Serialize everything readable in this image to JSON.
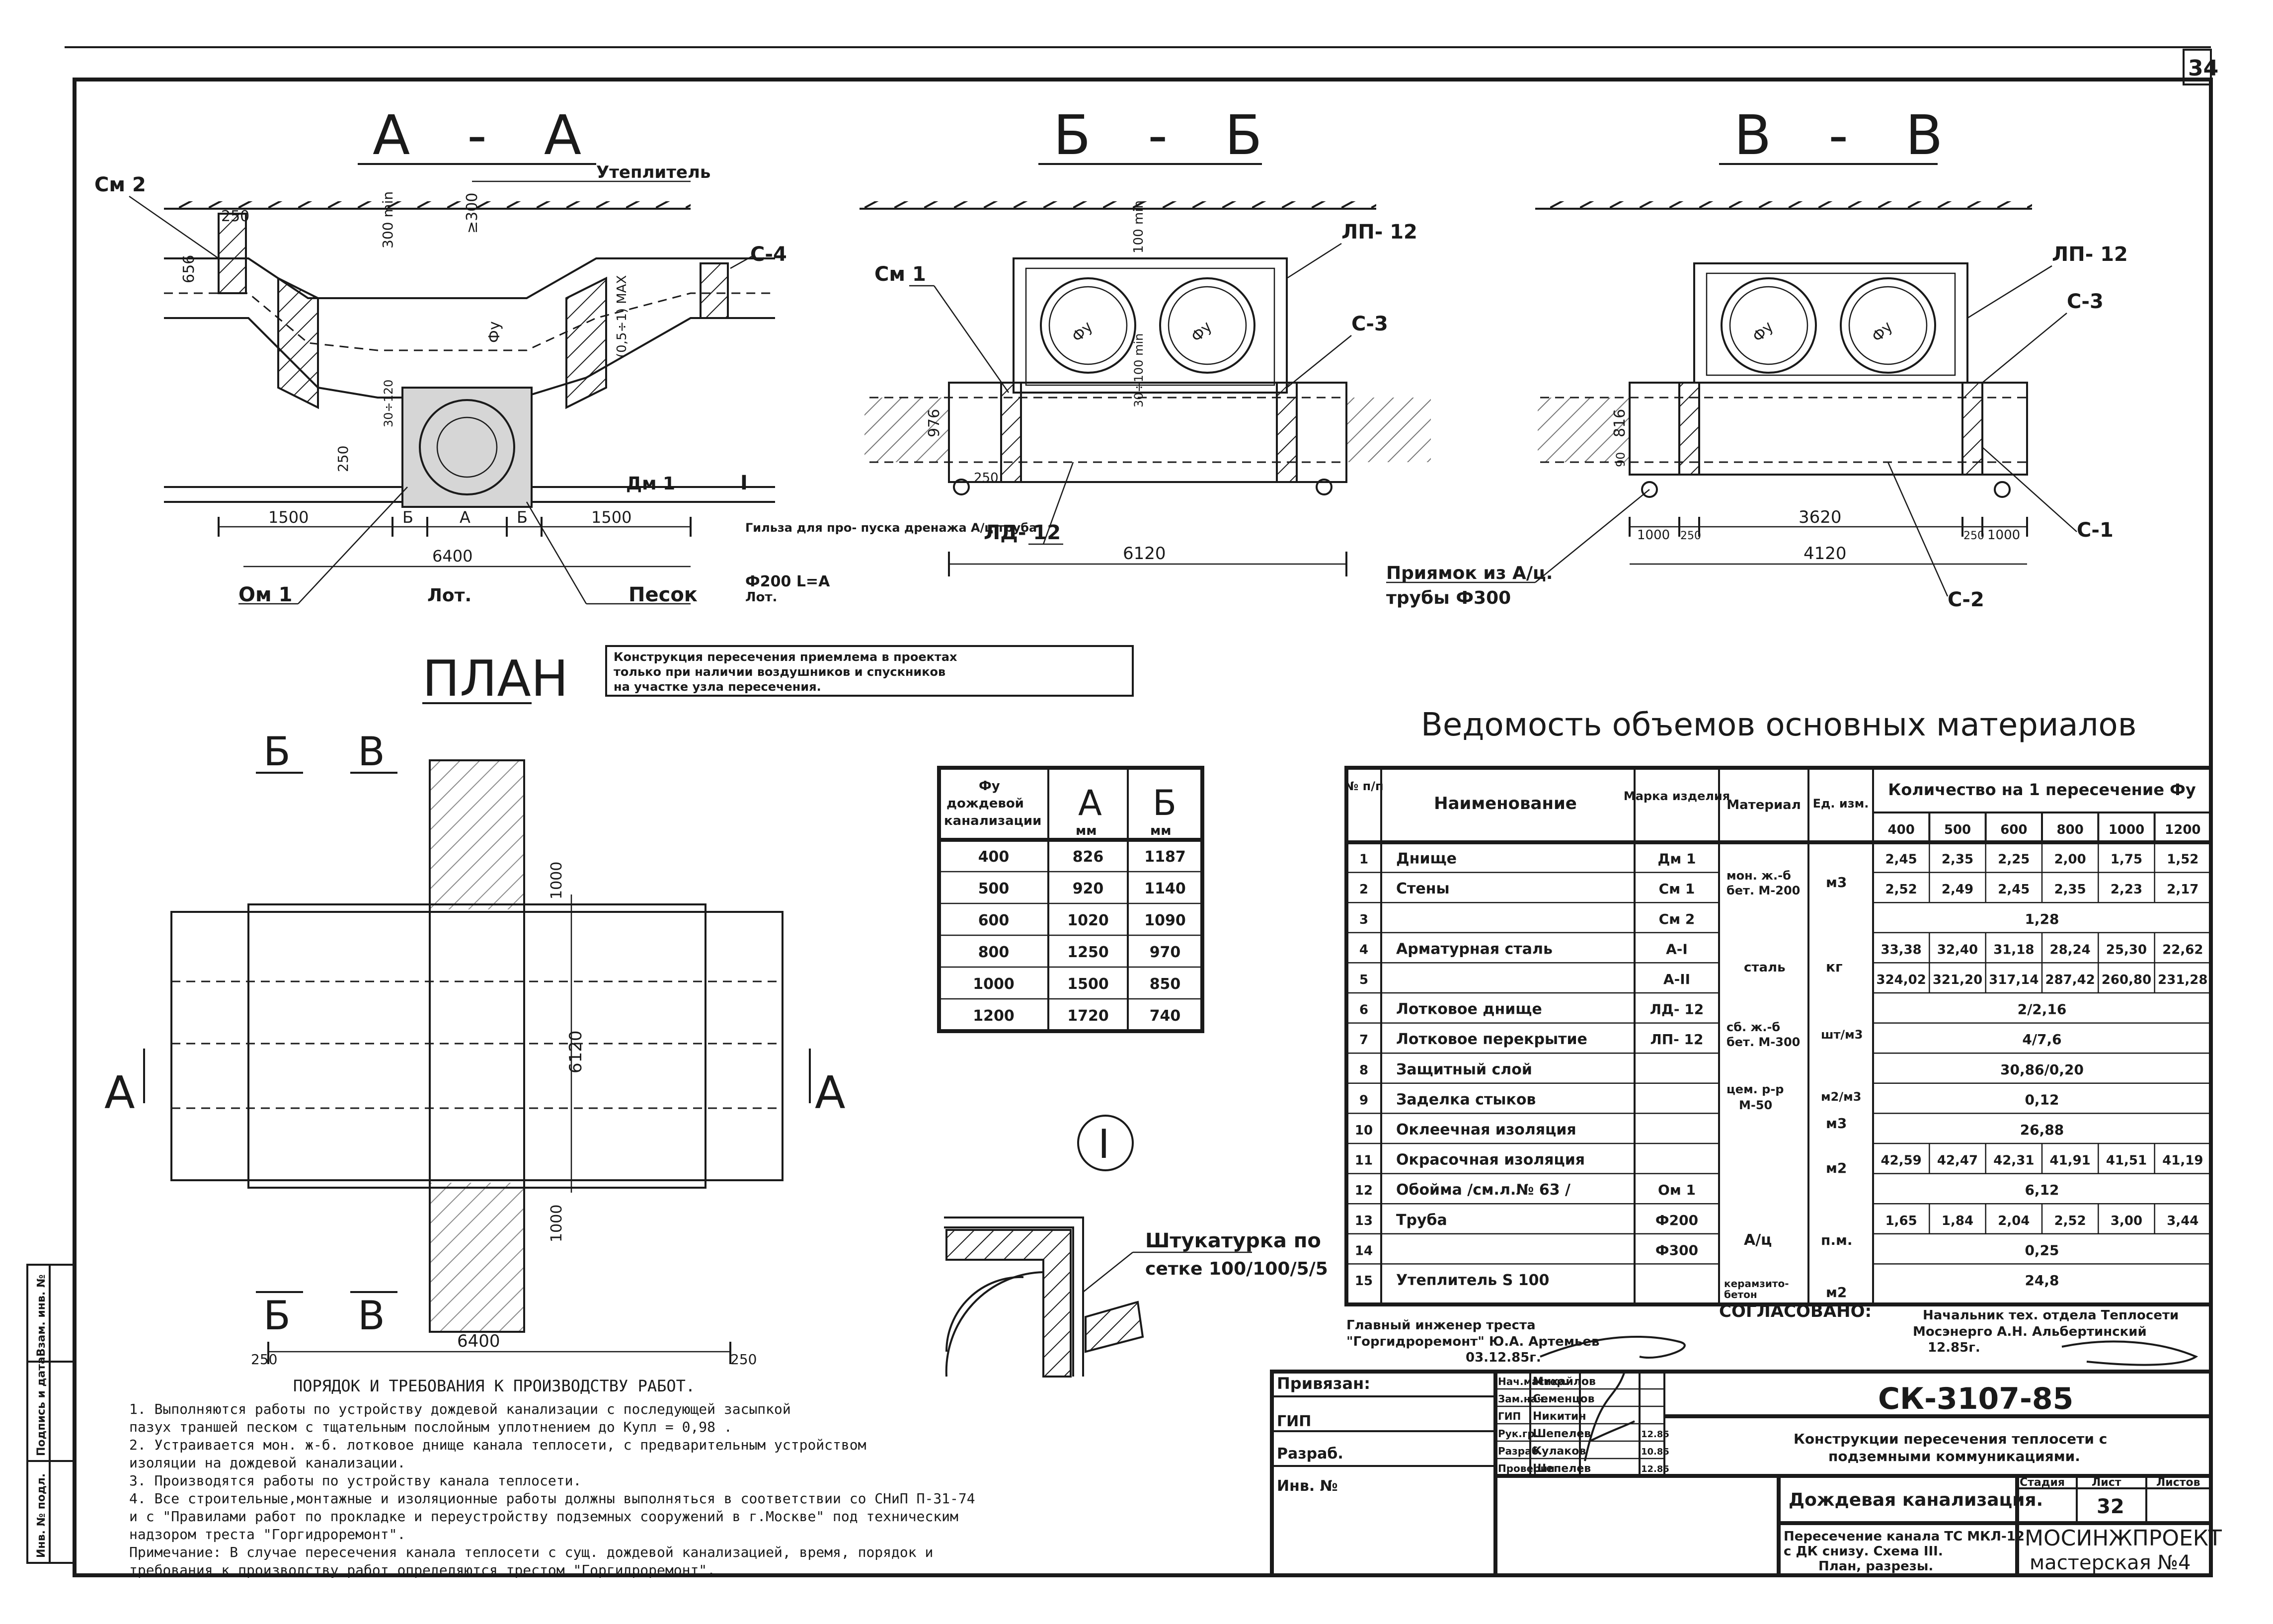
{
  "sheet_corner_number": "34",
  "sections": {
    "aa": {
      "title": "А - А",
      "labels": {
        "sm2": "См 2",
        "uteplitel": "Утеплитель",
        "s4": "С-4",
        "dm1": "Дм 1",
        "i_mark": "I",
        "om1": "Ом 1",
        "lot": "Лот.",
        "pesok": "Песок",
        "dim_250": "250",
        "dim_300": "≥300",
        "dim_min300": "300 min",
        "dim_656": "656",
        "dim_phi": "Фу",
        "dim_max": "(0,5÷1) MAX",
        "dim_30": "30÷120",
        "dim_250b": "250",
        "dim_1500a": "1500",
        "dim_b1": "Б",
        "dim_a": "А",
        "dim_b2": "Б",
        "dim_1500b": "1500",
        "dim_6400": "6400"
      },
      "gilza_note": "Гильза для про- пуска дренажа А/ц труба",
      "gilza_note2": "Ф200  L=А",
      "gilza_note3": "Лот."
    },
    "bb": {
      "title": "Б - Б",
      "labels": {
        "sm1": "См 1",
        "lp12": "ЛП- 12",
        "s3": "С-3",
        "ld12": "ЛД- 12",
        "dim_100": "100 min",
        "dim_976": "976",
        "dim_30": "30÷100 min",
        "dim_250": "250",
        "dim_6120": "6120",
        "phi1": "Фу",
        "phi2": "Фу"
      }
    },
    "vv": {
      "title": "В - В",
      "labels": {
        "lp12": "ЛП- 12",
        "s3": "С-3",
        "s1": "С-1",
        "s2": "С-2",
        "dim_816": "816",
        "dim_90": "90",
        "dim_1000a": "1000",
        "dim_250a": "250",
        "dim_3620": "3620",
        "dim_250b": "250",
        "dim_1000b": "1000",
        "dim_4120": "4120",
        "phi1": "Фу",
        "phi2": "Фу"
      },
      "priyamok": "Приямок из А/ц.",
      "priyamok2": "трубы Ф300"
    }
  },
  "plan": {
    "title": "ПЛАН",
    "marks": {
      "b_top": "Б",
      "v_top": "В",
      "b_bot": "Б",
      "v_bot": "В",
      "a_left": "А",
      "a_right": "А"
    },
    "dims": {
      "d1000a": "1000",
      "d6120": "6120",
      "d1000b": "1000",
      "d250a": "250",
      "d6400": "6400",
      "d250b": "250"
    },
    "note": "Конструкция пересечения приемлема в проектах только при наличии воздушников и спускников на участке узла пересечения."
  },
  "small_table": {
    "headers": [
      "Фу дождевой канализации",
      "А мм",
      "Б мм"
    ],
    "rows": [
      [
        "400",
        "826",
        "1187"
      ],
      [
        "500",
        "920",
        "1140"
      ],
      [
        "600",
        "1020",
        "1090"
      ],
      [
        "800",
        "1250",
        "970"
      ],
      [
        "1000",
        "1500",
        "850"
      ],
      [
        "1200",
        "1720",
        "740"
      ]
    ]
  },
  "detail": {
    "mark": "I",
    "note1": "Штукатурка по",
    "note2": "сетке 100/100/5/5"
  },
  "materials": {
    "title": "Ведомость объемов основных материалов",
    "head": {
      "no": "№ п/п",
      "name": "Наименование",
      "mark": "Марка изделия",
      "material": "Материал",
      "unit": "Ед. изм.",
      "qty": "Количество на 1 пересечение Фу",
      "diam": [
        "400",
        "500",
        "600",
        "800",
        "1000",
        "1200"
      ]
    },
    "rows": [
      {
        "no": "1",
        "name": "Днище",
        "mark": "Дм 1",
        "vals": [
          "2,45",
          "2,35",
          "2,25",
          "2,00",
          "1,75",
          "1,52"
        ]
      },
      {
        "no": "2",
        "name": "Стены",
        "mark": "См 1",
        "vals": [
          "2,52",
          "2,49",
          "2,45",
          "2,35",
          "2,23",
          "2,17"
        ]
      },
      {
        "no": "3",
        "name": "",
        "mark": "См 2",
        "merged": "1,28"
      },
      {
        "no": "4",
        "name": "Арматурная сталь",
        "mark": "А-I",
        "vals": [
          "33,38",
          "32,40",
          "31,18",
          "28,24",
          "25,30",
          "22,62"
        ]
      },
      {
        "no": "5",
        "name": "",
        "mark": "А-II",
        "vals": [
          "324,02",
          "321,20",
          "317,14",
          "287,42",
          "260,80",
          "231,28"
        ]
      },
      {
        "no": "6",
        "name": "Лотковое днище",
        "mark": "ЛД- 12",
        "merged": "2/2,16"
      },
      {
        "no": "7",
        "name": "Лотковое перекрытие",
        "mark": "ЛП- 12",
        "merged": "4/7,6"
      },
      {
        "no": "8",
        "name": "Защитный слой",
        "mark": "",
        "merged": "30,86/0,20"
      },
      {
        "no": "9",
        "name": "Заделка стыков",
        "mark": "",
        "merged": "0,12"
      },
      {
        "no": "10",
        "name": "Оклеечная изоляция",
        "mark": "",
        "merged": "26,88"
      },
      {
        "no": "11",
        "name": "Окрасочная изоляция",
        "mark": "",
        "vals": [
          "42,59",
          "42,47",
          "42,31",
          "41,91",
          "41,51",
          "41,19"
        ]
      },
      {
        "no": "12",
        "name": "Обойма /см.л.№ 63 /",
        "mark": "Ом 1",
        "merged": "6,12"
      },
      {
        "no": "13",
        "name": "Труба",
        "mark": "Ф200",
        "vals": [
          "1,65",
          "1,84",
          "2,04",
          "2,52",
          "3,00",
          "3,44"
        ]
      },
      {
        "no": "14",
        "name": "",
        "mark": "Ф300",
        "merged": "0,25"
      },
      {
        "no": "15",
        "name": "Утеплитель S 100",
        "mark": "",
        "merged": "24,8"
      }
    ],
    "materials_col": {
      "m1": "мон. ж.-б бет. М-200",
      "m2": "сталь",
      "m3": "сб. ж.-б бет. М-300",
      "m4": "цем. р-р М-50",
      "m5": "А/ц",
      "m6": "керамзито- бетон"
    },
    "units_col": {
      "u1": "м3",
      "u2": "кг",
      "u3": "шт/м3",
      "u4": "м2/м3",
      "u5": "м3",
      "u6": "м2",
      "u7": "п.м.",
      "u8": "м2"
    }
  },
  "agreement": {
    "soglasovano": "СОГЛАСОВАНО:",
    "left1": "Главный инженер треста",
    "left2": "\"Горгидроремонт\"  Ю.А. Артемьев",
    "left3": "03.12.85г.",
    "right1": "Начальник тех. отдела Теплосети",
    "right2": "Мосэнерго  А.Н. Альбертинский",
    "right3": "12.85г."
  },
  "stamp": {
    "privyazan": "Привязан:",
    "gip": "ГИП",
    "razrab": "Разраб.",
    "inv": "Инв. №",
    "roles": [
      "Нач.мастер.",
      "Зам.нач.",
      "ГИП",
      "Рук.гр.",
      "Разраб.",
      "Проверил"
    ],
    "names": [
      "Михайлов",
      "Семенцов",
      "Никитин",
      "Шепелев",
      "Кулаков",
      "Шепелев"
    ],
    "dates": [
      "12.85",
      "10.85",
      "12.85"
    ],
    "code": "СК-3107-85",
    "title1": "Конструкции пересечения теплосети с",
    "title2": "подземными коммуникациями.",
    "subject": "Дождевая канализация.",
    "stage_h": "Стадия",
    "sheet_h": "Лист",
    "sheets_h": "Листов",
    "sheet": "32",
    "desc1": "Пересечение канала ТС МКЛ-12",
    "desc2": "с ДК снизу. Схема III.",
    "desc3": "План, разрезы.",
    "org1": "МОСИНЖПРОЕКТ",
    "org2": "мастерская №4"
  },
  "requirements": {
    "title": "ПОРЯДОК И ТРЕБОВАНИЯ К ПРОИЗВОДСТВУ РАБОТ.",
    "lines": [
      "1. Выполняются работы по устройству дождевой канализации с последующей засыпкой",
      "   пазух траншей песком с тщательным послойным уплотнением до Купл = 0,98 .",
      "2. Устраивается мон. ж-б. лотковое днище канала теплосети, с предварительным устройством",
      "   изоляции на дождевой канализации.",
      "3. Производятся работы по устройству канала теплосети.",
      "4. Все строительные,монтажные и изоляционные работы должны выполняться в соответствии со СНиП П-31-74",
      "   и с \"Правилами работ по прокладке и переустройству подземных сооружений в г.Москве\" под техническим",
      "   надзором треста \"Горгидроремонт\".",
      "Примечание: В случае пересечения канала теплосети с сущ. дождевой канализацией, время, порядок и",
      "            требования к производству работ определяются трестом \"Горгидроремонт\"."
    ]
  },
  "side_strip": {
    "a": "Инв. № подл.",
    "b": "Подпись и дата",
    "c": "Взам. инв. №"
  }
}
